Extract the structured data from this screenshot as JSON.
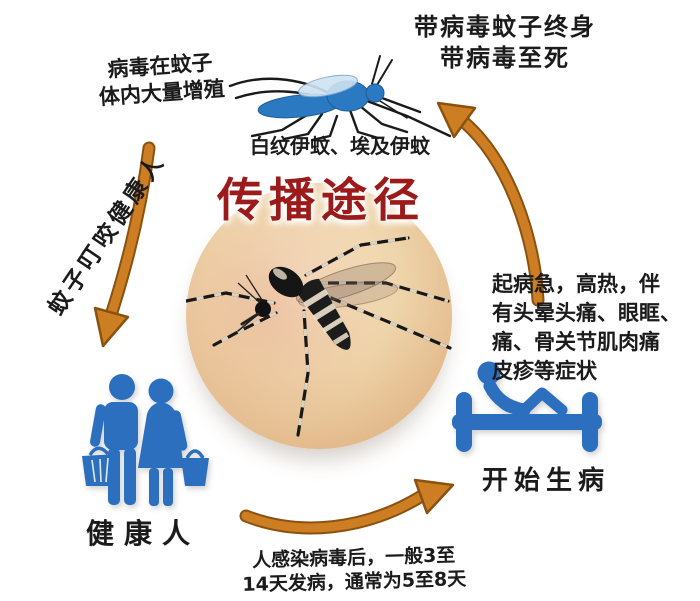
{
  "title": "传播途径",
  "colors": {
    "title_red": "#9c1a1a",
    "arrow_orange": "#ce7e22",
    "arrow_outline": "#8a5210",
    "pictogram_blue": "#2b6fbe",
    "text_black": "#1b1b1b",
    "skin_tone": "#efd5ab"
  },
  "top_note": {
    "line1": "带病毒蚊子终身",
    "line2": "带病毒至死"
  },
  "top_left_note": {
    "line1": "病毒在蚊子",
    "line2": "体内大量增殖"
  },
  "species_label": "白纹伊蚊、埃及伊蚊",
  "left_arrow_label": "蚊子叮咬健康人",
  "right_note": {
    "line1": "起病急，高热，伴",
    "line2": "有头晕头痛、眼眶、",
    "line3": "痛、骨关节肌肉痛",
    "line4": "皮疹等症状"
  },
  "healthy_people_label": "健康人",
  "sick_label": "开始生病",
  "bottom_note": {
    "line1": "人感染病毒后，一般3至",
    "line2": "14天发病，通常为5至8天"
  },
  "icons": {
    "top": "cartoon-mosquito-icon",
    "center": "aedes-mosquito-photo",
    "bottom_left": "healthy-couple-icon",
    "bottom_right": "person-in-bed-icon",
    "arrows": [
      "arrow-down-left-icon",
      "arrow-right-icon",
      "arrow-up-left-icon"
    ]
  }
}
